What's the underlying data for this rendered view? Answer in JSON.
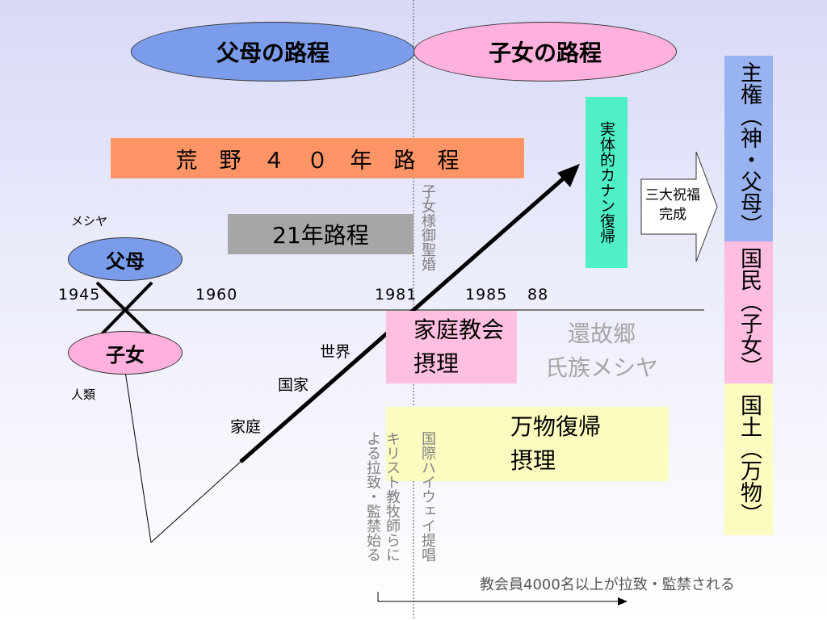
{
  "headers": {
    "parents_path": "父母の路程",
    "children_path": "子女の路程",
    "parents_color": "#7b9cea",
    "children_color": "#ffb0dc"
  },
  "wilderness": {
    "label": "荒　野　４　０　年　路　程",
    "color": "#ff9466"
  },
  "twenty_one": {
    "label": "21年路程",
    "color": "#a6a6a6"
  },
  "messiah_label": "メシヤ",
  "humanity_label": "人類",
  "parents_node": "父母",
  "children_node": "子女",
  "years": {
    "y1945": "1945",
    "y1960": "1960",
    "y1981": "1981",
    "y1985": "1985",
    "y88": "88"
  },
  "stages": {
    "family": "家庭",
    "nation": "国家",
    "world": "世界"
  },
  "marriage": "子女様御聖婚",
  "canaan": {
    "label": "実体的カナン復帰",
    "color": "#4ff0c8"
  },
  "three_blessings": "三大祝福完成",
  "family_church": {
    "label": "家庭教会摂理",
    "color": "#ffbfe0"
  },
  "hometown": {
    "line1": "還故郷",
    "line2": "氏族メシヤ"
  },
  "all_things": {
    "label": "万物復帰摂理",
    "color": "#fdfcc0"
  },
  "highway": "国際ハイウェイ提唱",
  "abduction_start": {
    "line1": "キリスト教牧師らに",
    "line2": "よる拉致・監禁始る"
  },
  "abduction_result": "教会員4000名以上が拉致・監禁される",
  "elements": {
    "sovereignty": {
      "label": "主権（神・父母）",
      "color": "#99b3f0"
    },
    "people": {
      "label": "国民（子女）",
      "color": "#ffbde0"
    },
    "territory": {
      "label": "国土（万物）",
      "color": "#fdfcc0"
    }
  }
}
